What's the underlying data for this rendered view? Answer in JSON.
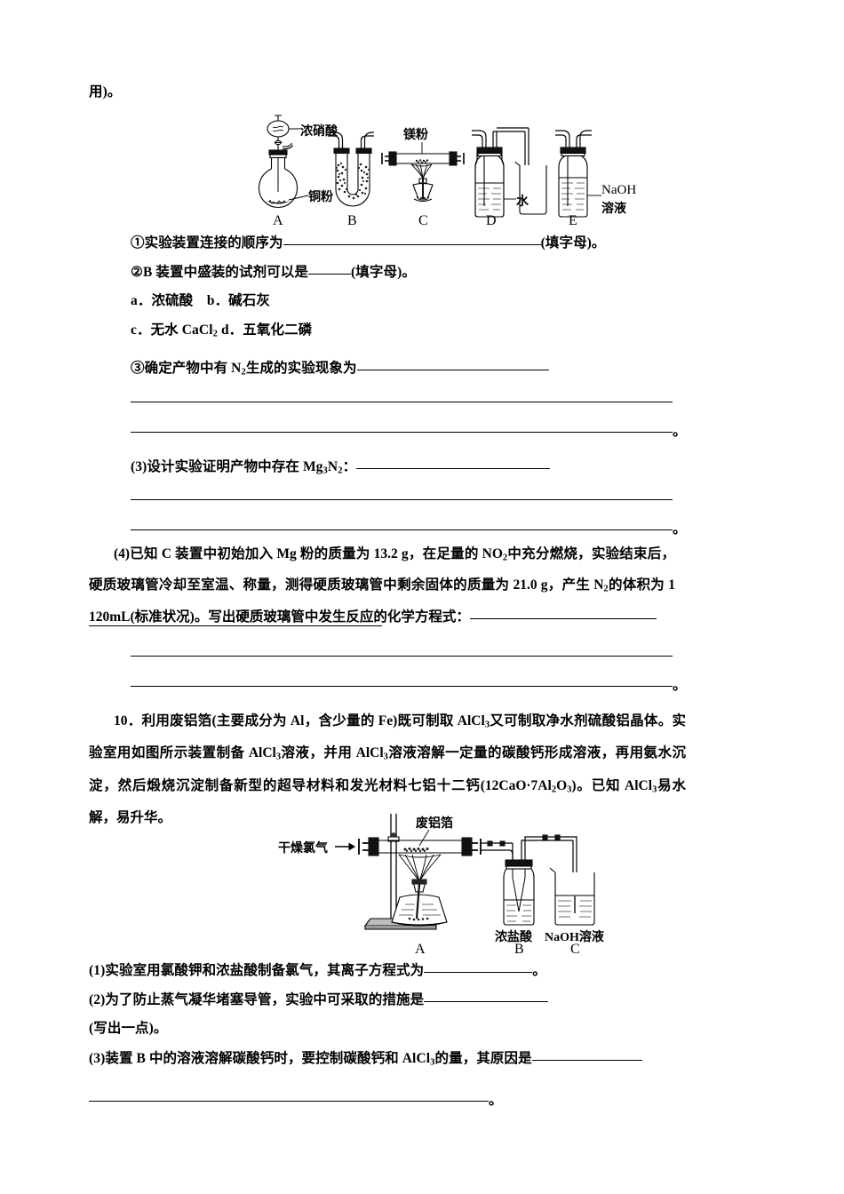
{
  "document": {
    "type": "chemistry-worksheet",
    "language": "zh-CN"
  },
  "top_fragment": {
    "text": "用)。"
  },
  "figure1": {
    "name": "nitric-acid-magnesium-apparatus",
    "labels": {
      "concentrated_nitric_acid": "浓硝酸",
      "copper_powder": "铜粉",
      "magnesium_powder": "镁粉",
      "water": "水",
      "naoh_solution": "NaOH\n溶液",
      "naoh_line1": "NaOH",
      "naoh_line2": "溶液"
    },
    "device_letters": [
      "A",
      "B",
      "C",
      "D",
      "E"
    ]
  },
  "question9": {
    "item1": {
      "prefix": "①实验装置连接的顺序为",
      "suffix": "(填字母)。"
    },
    "item2": {
      "prefix": "②B 装置中盛装的试剂可以是",
      "suffix": "(填字母)。"
    },
    "options_line1": "a．浓硫酸　b．碱石灰",
    "options_line2_a": "c．无水 CaCl",
    "options_line2_sub": "2",
    "options_line2_b": " d．五氧化二磷",
    "item3": {
      "prefix_a": "③确定产物中有 N",
      "prefix_sub": "2",
      "prefix_b": "生成的实验现象为"
    },
    "part3": {
      "prefix_a": "(3)设计实验证明产物中存在 Mg",
      "sub1": "3",
      "prefix_b": "N",
      "sub2": "2",
      "prefix_c": "："
    },
    "part4": {
      "seg1": "(4)已知 C 装置中初始加入 Mg 粉的质量为 13.2 g，在足量的 NO",
      "sub1": "2",
      "seg2": "中充分燃烧，实验结束后，硬",
      "seg3": "质玻璃管冷却至室温、称量，测得硬质玻璃管中剩余固体的质量为 21.0 g，产生 N",
      "sub2": "2",
      "seg4": "的体积为 1 120",
      "seg5": "mL(标准状况)。写出硬质玻璃管中发生反应的化学方程式："
    },
    "trailing_period": "。"
  },
  "question10": {
    "stem": {
      "seg1": "10．利用废铝箔(主要成分为 Al，含少量的 Fe)既可制取 AlCl",
      "sub1": "3",
      "seg2": "又可制取净水剂硫酸铝晶体。实",
      "seg3": "验室用如图所示装置制备 AlCl",
      "sub2": "3",
      "seg4": "溶液，并用 AlCl",
      "sub3": "3",
      "seg5": "溶液溶解一定量的碳酸钙形成溶液，再用氨水沉淀，",
      "seg6": "然后煅烧沉淀制备新型的超导材料和发光材料七铝十二钙(12CaO·7Al",
      "sub4": "2",
      "seg7": "O",
      "sub5": "3",
      "seg8": ")。已知 AlCl",
      "sub6": "3",
      "seg9": "易水解，易升",
      "seg10": "华。"
    },
    "figure2": {
      "name": "waste-aluminium-foil-chlorination-apparatus",
      "labels": {
        "dry_chlorine": "干燥氯气",
        "arrow": "→",
        "waste_aluminium_foil": "废铝箔",
        "concentrated_hydrochloric_acid": "浓盐酸",
        "naoh_solution": "NaOH溶液"
      },
      "device_letters": [
        "A",
        "B",
        "C"
      ]
    },
    "item1": {
      "prefix": "(1)实验室用氯酸钾和浓盐酸制备氯气，其离子方程式为",
      "suffix": "。"
    },
    "item2": {
      "prefix": "(2)为了防止蒸气凝华堵塞导管，实验中可采取的措施是",
      "note": "(写出一点)。"
    },
    "item3": {
      "prefix_a": "(3)装置 B 中的溶液溶解碳酸钙时，要控制碳酸钙和 AlCl",
      "sub": "3",
      "prefix_b": "的量，其原因是",
      "trailing_period": "。"
    }
  },
  "colors": {
    "text": "#000000",
    "rule": "#000000",
    "paper": "#ffffff",
    "figure_fill": "#f2f2f2",
    "figure_dark": "#1a1a1a"
  }
}
